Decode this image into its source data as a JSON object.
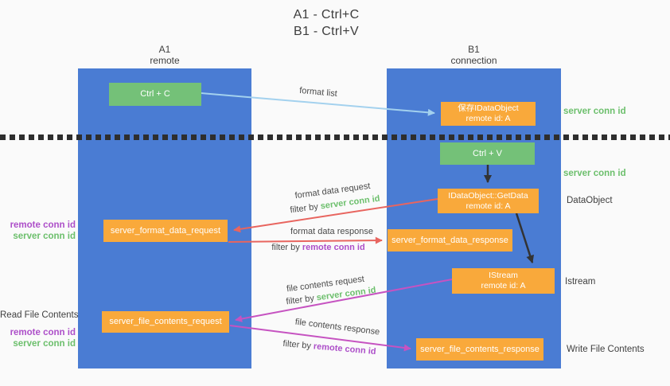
{
  "title": {
    "line1": "A1 - Ctrl+C",
    "line2": "B1 - Ctrl+V"
  },
  "columns": {
    "left": {
      "name": "A1",
      "role": "remote"
    },
    "right": {
      "name": "B1",
      "role": "connection"
    }
  },
  "boxes": {
    "ctrl_c": "Ctrl + C",
    "ctrl_v": "Ctrl + V",
    "save_idataobject": "保存IDataObject",
    "save_idataobject_sub": "remote id: A",
    "getdata": "IDataObject::GetData",
    "getdata_sub": "remote id: A",
    "istream": "IStream",
    "istream_sub": "remote id: A",
    "format_request": "server_format_data_request",
    "format_response": "server_format_data_response",
    "file_request": "server_file_contents_request",
    "file_response": "server_file_contents_response"
  },
  "arrow_labels": {
    "format_list": "format list",
    "format_data_request": "format data request",
    "format_data_response": "format data response",
    "file_contents_request": "file contents request",
    "file_contents_response": "file contents response",
    "filter_by": "filter by",
    "server_conn_id": "server conn id",
    "remote_conn_id": "remote conn id"
  },
  "side_labels": {
    "server_conn_id_top": "server conn id",
    "server_conn_id_mid": "server conn id",
    "data_object": "DataObject",
    "istream": "Istream",
    "write_file_contents": "Write File Contents",
    "read_file_contents": "Read File Contents",
    "remote_conn_id_1": "remote conn id",
    "server_conn_id_1": "server conn id",
    "remote_conn_id_2": "remote conn id",
    "server_conn_id_2": "server conn id"
  },
  "colors": {
    "column_blue": "#4a7cd3",
    "box_green": "#74c178",
    "box_orange": "#f9a93b",
    "arrow_lightblue": "#a3d1ee",
    "arrow_red": "#e8655f",
    "arrow_magenta": "#c653c1",
    "arrow_black": "#333333",
    "text_green": "#6cbf6c",
    "text_purple": "#ad4fc9"
  }
}
